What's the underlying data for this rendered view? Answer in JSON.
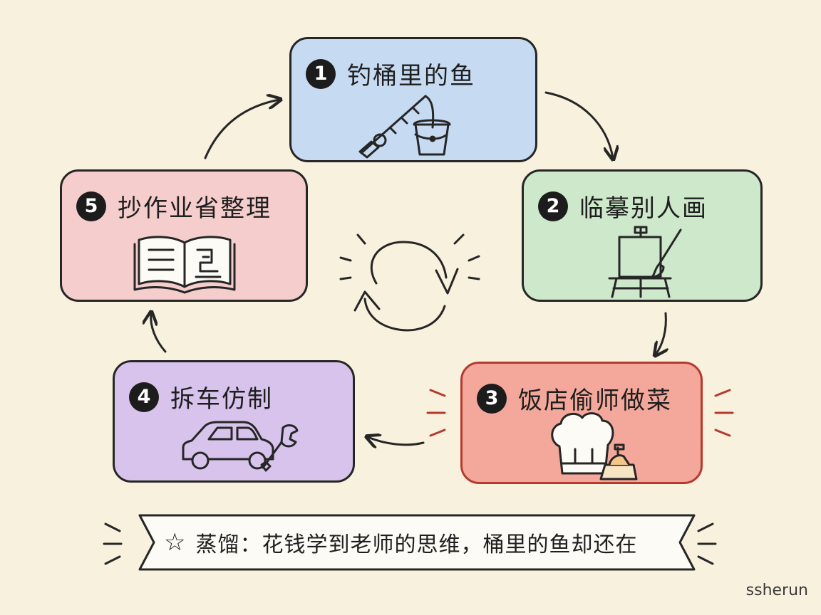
{
  "steps": [
    {
      "number": "1",
      "label": "钓桶里的鱼",
      "icon": "fishing-rod-bucket-icon"
    },
    {
      "number": "2",
      "label": "临摹别人画",
      "icon": "easel-brush-icon"
    },
    {
      "number": "3",
      "label": "饭店偷师做菜",
      "icon": "chef-hat-icon"
    },
    {
      "number": "4",
      "label": "拆车仿制",
      "icon": "car-wrench-icon"
    },
    {
      "number": "5",
      "label": "抄作业省整理",
      "icon": "open-book-icon"
    }
  ],
  "summary": {
    "star_icon": "star-icon",
    "star_glyph": "☆",
    "text": "蒸馏：花钱学到老师的思维，桶里的鱼却还在"
  },
  "watermark": "ssherun",
  "colors": {
    "background": "#f8f1de",
    "step1": "#c6daf2",
    "step2": "#cde8cb",
    "step3": "#f3a89b",
    "step3_border": "#b53a2e",
    "step4": "#d7c3ec",
    "step5": "#f5cdcd",
    "ink": "#262626"
  }
}
